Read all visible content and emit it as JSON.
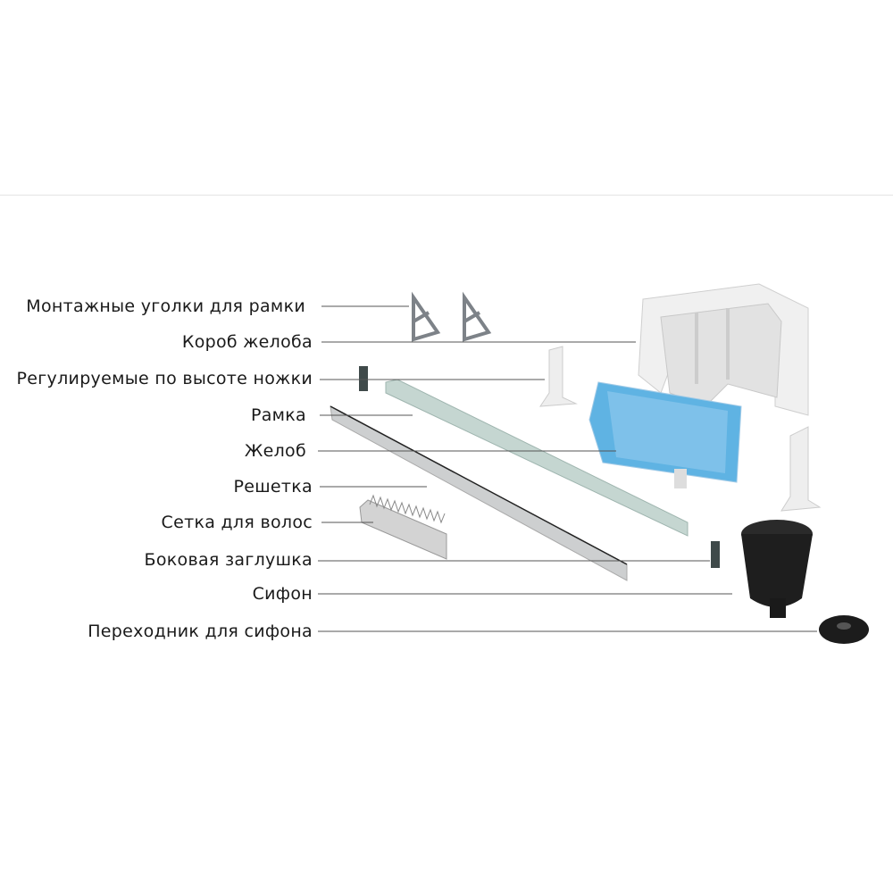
{
  "diagram": {
    "parts": [
      {
        "label": "Монтажные уголки для рамки",
        "icon": "mounting-bracket"
      },
      {
        "label": "Короб желоба",
        "icon": "channel-box"
      },
      {
        "label": "Регулируемые по высоте ножки",
        "icon": "adjustable-leg"
      },
      {
        "label": "Рамка",
        "icon": "frame"
      },
      {
        "label": "Желоб",
        "icon": "channel"
      },
      {
        "label": "Решетка",
        "icon": "grate"
      },
      {
        "label": "Сетка для волос",
        "icon": "hair-strainer"
      },
      {
        "label": "Боковая заглушка",
        "icon": "end-cap"
      },
      {
        "label": "Сифон",
        "icon": "siphon"
      },
      {
        "label": "Переходник для сифона",
        "icon": "siphon-adapter"
      }
    ],
    "colors": {
      "line": "#555555",
      "channel": "#4aa8de",
      "siphon": "#1e1e1e",
      "metal": "#c8cacb",
      "frame": "#b9cfca"
    }
  }
}
